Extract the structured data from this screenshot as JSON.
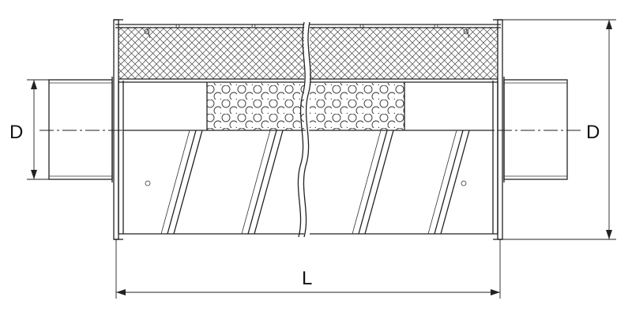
{
  "diagram": {
    "dimensions": {
      "diameter_left": "D",
      "diameter_right": "D",
      "length": "L"
    },
    "colors": {
      "line": "#222222",
      "background": "#ffffff",
      "insulation": "#444444"
    }
  }
}
